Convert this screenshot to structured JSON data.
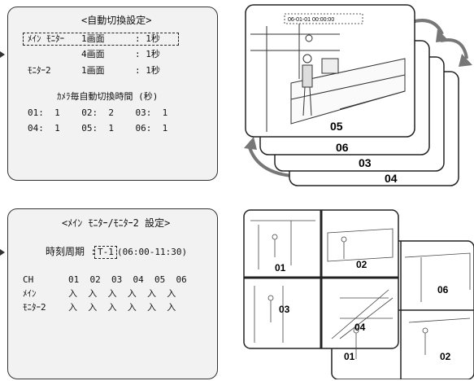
{
  "auto_switch": {
    "title": "<自動切換設定>",
    "main_label": "ﾒｲﾝ ﾓﾆﾀｰ",
    "main_row1_mode": "1画面",
    "main_row1_time": ": 1秒",
    "main_row2_mode": "4画面",
    "main_row2_time": ": 1秒",
    "monitor2_label": "ﾓﾆﾀｰ2",
    "monitor2_mode": "1画面",
    "monitor2_time": ": 1秒",
    "camera_heading": "ｶﾒﾗ毎自動切換時間 (秒)",
    "camera_rows": [
      "01:  1    02:  2    03:  1",
      "04:  1    05:  1    06:  1"
    ]
  },
  "main_monitor2": {
    "title": "<ﾒｲﾝ ﾓﾆﾀｰ/ﾓﾆﾀｰ2 設定>",
    "period_label": "時刻周期 :",
    "period_value": "T-1",
    "period_range": "(06:00-11:30)",
    "ch_header": "CH",
    "channels": "01  02  03  04  05  06",
    "main_label": "ﾒｲﾝ",
    "main_values": "入  入  入  入  入  入",
    "monitor2_label": "ﾓﾆﾀｰ2",
    "monitor2_values": "入  入  入  入  入  入"
  },
  "camera_stack": {
    "timestamp": "06-01-01    00:00:00",
    "labels": [
      "05",
      "06",
      "03",
      "04"
    ]
  },
  "quad_view": {
    "labels": [
      "01",
      "02",
      "03",
      "04",
      "06",
      "01",
      "02"
    ]
  }
}
